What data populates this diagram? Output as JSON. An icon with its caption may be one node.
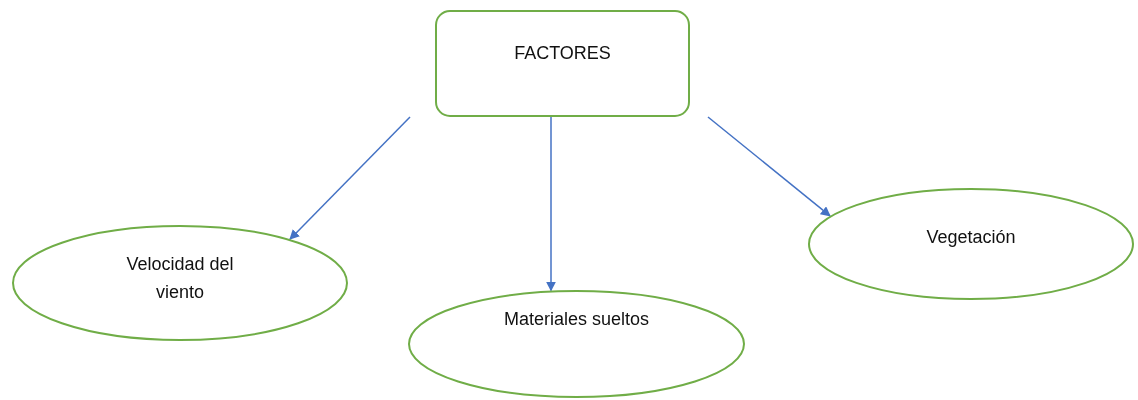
{
  "diagram": {
    "nodes": [
      {
        "text": [
          "FACTORES"
        ]
      },
      {
        "text": [
          "Velocidad del viento"
        ]
      },
      {
        "text": [
          "Materiales sueltos"
        ]
      },
      {
        "text": [
          "Vegetación"
        ]
      }
    ],
    "edges": [
      {
        "from": 0,
        "to": 1,
        "arrow": "to"
      },
      {
        "from": 0,
        "to": 2,
        "arrow": "to"
      },
      {
        "from": 0,
        "to": 3,
        "arrow": "to"
      }
    ]
  }
}
